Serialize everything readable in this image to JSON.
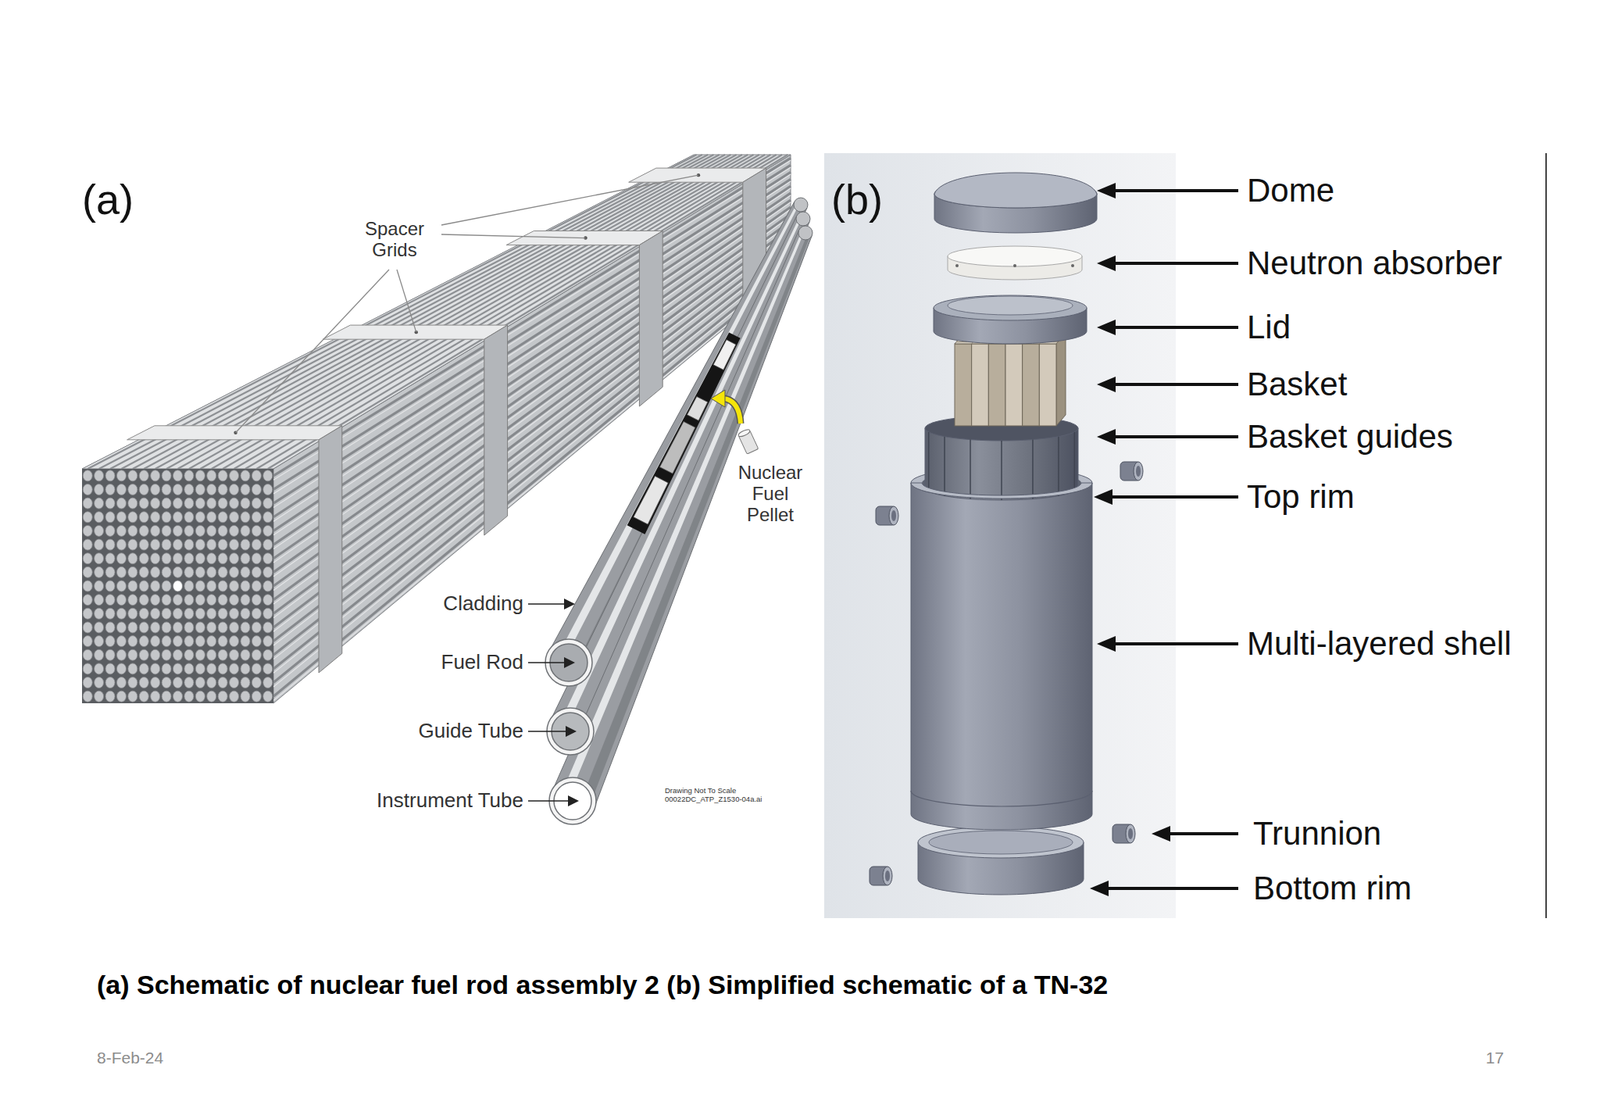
{
  "diagram": {
    "caption": "(a) Schematic of nuclear fuel rod assembly 2 (b) Simplified schematic of a TN-32",
    "labels": [
      "(a)",
      "Spacer Grids",
      "Nuclear Fuel Pellet",
      "Cladding",
      "Fuel Rod",
      "Guide Tube",
      "Instrument Tube",
      "Drawing Not To Scale 00022DC_ATP_Z1530-04a.ai",
      "(b)",
      "Dome",
      "Neutron absorber",
      "Lid",
      "Basket",
      "Basket guides",
      "Top rim",
      "Multi-layered shell",
      "Trunnion",
      "Bottom rim",
      "8-Feb-24",
      "17"
    ]
  }
}
